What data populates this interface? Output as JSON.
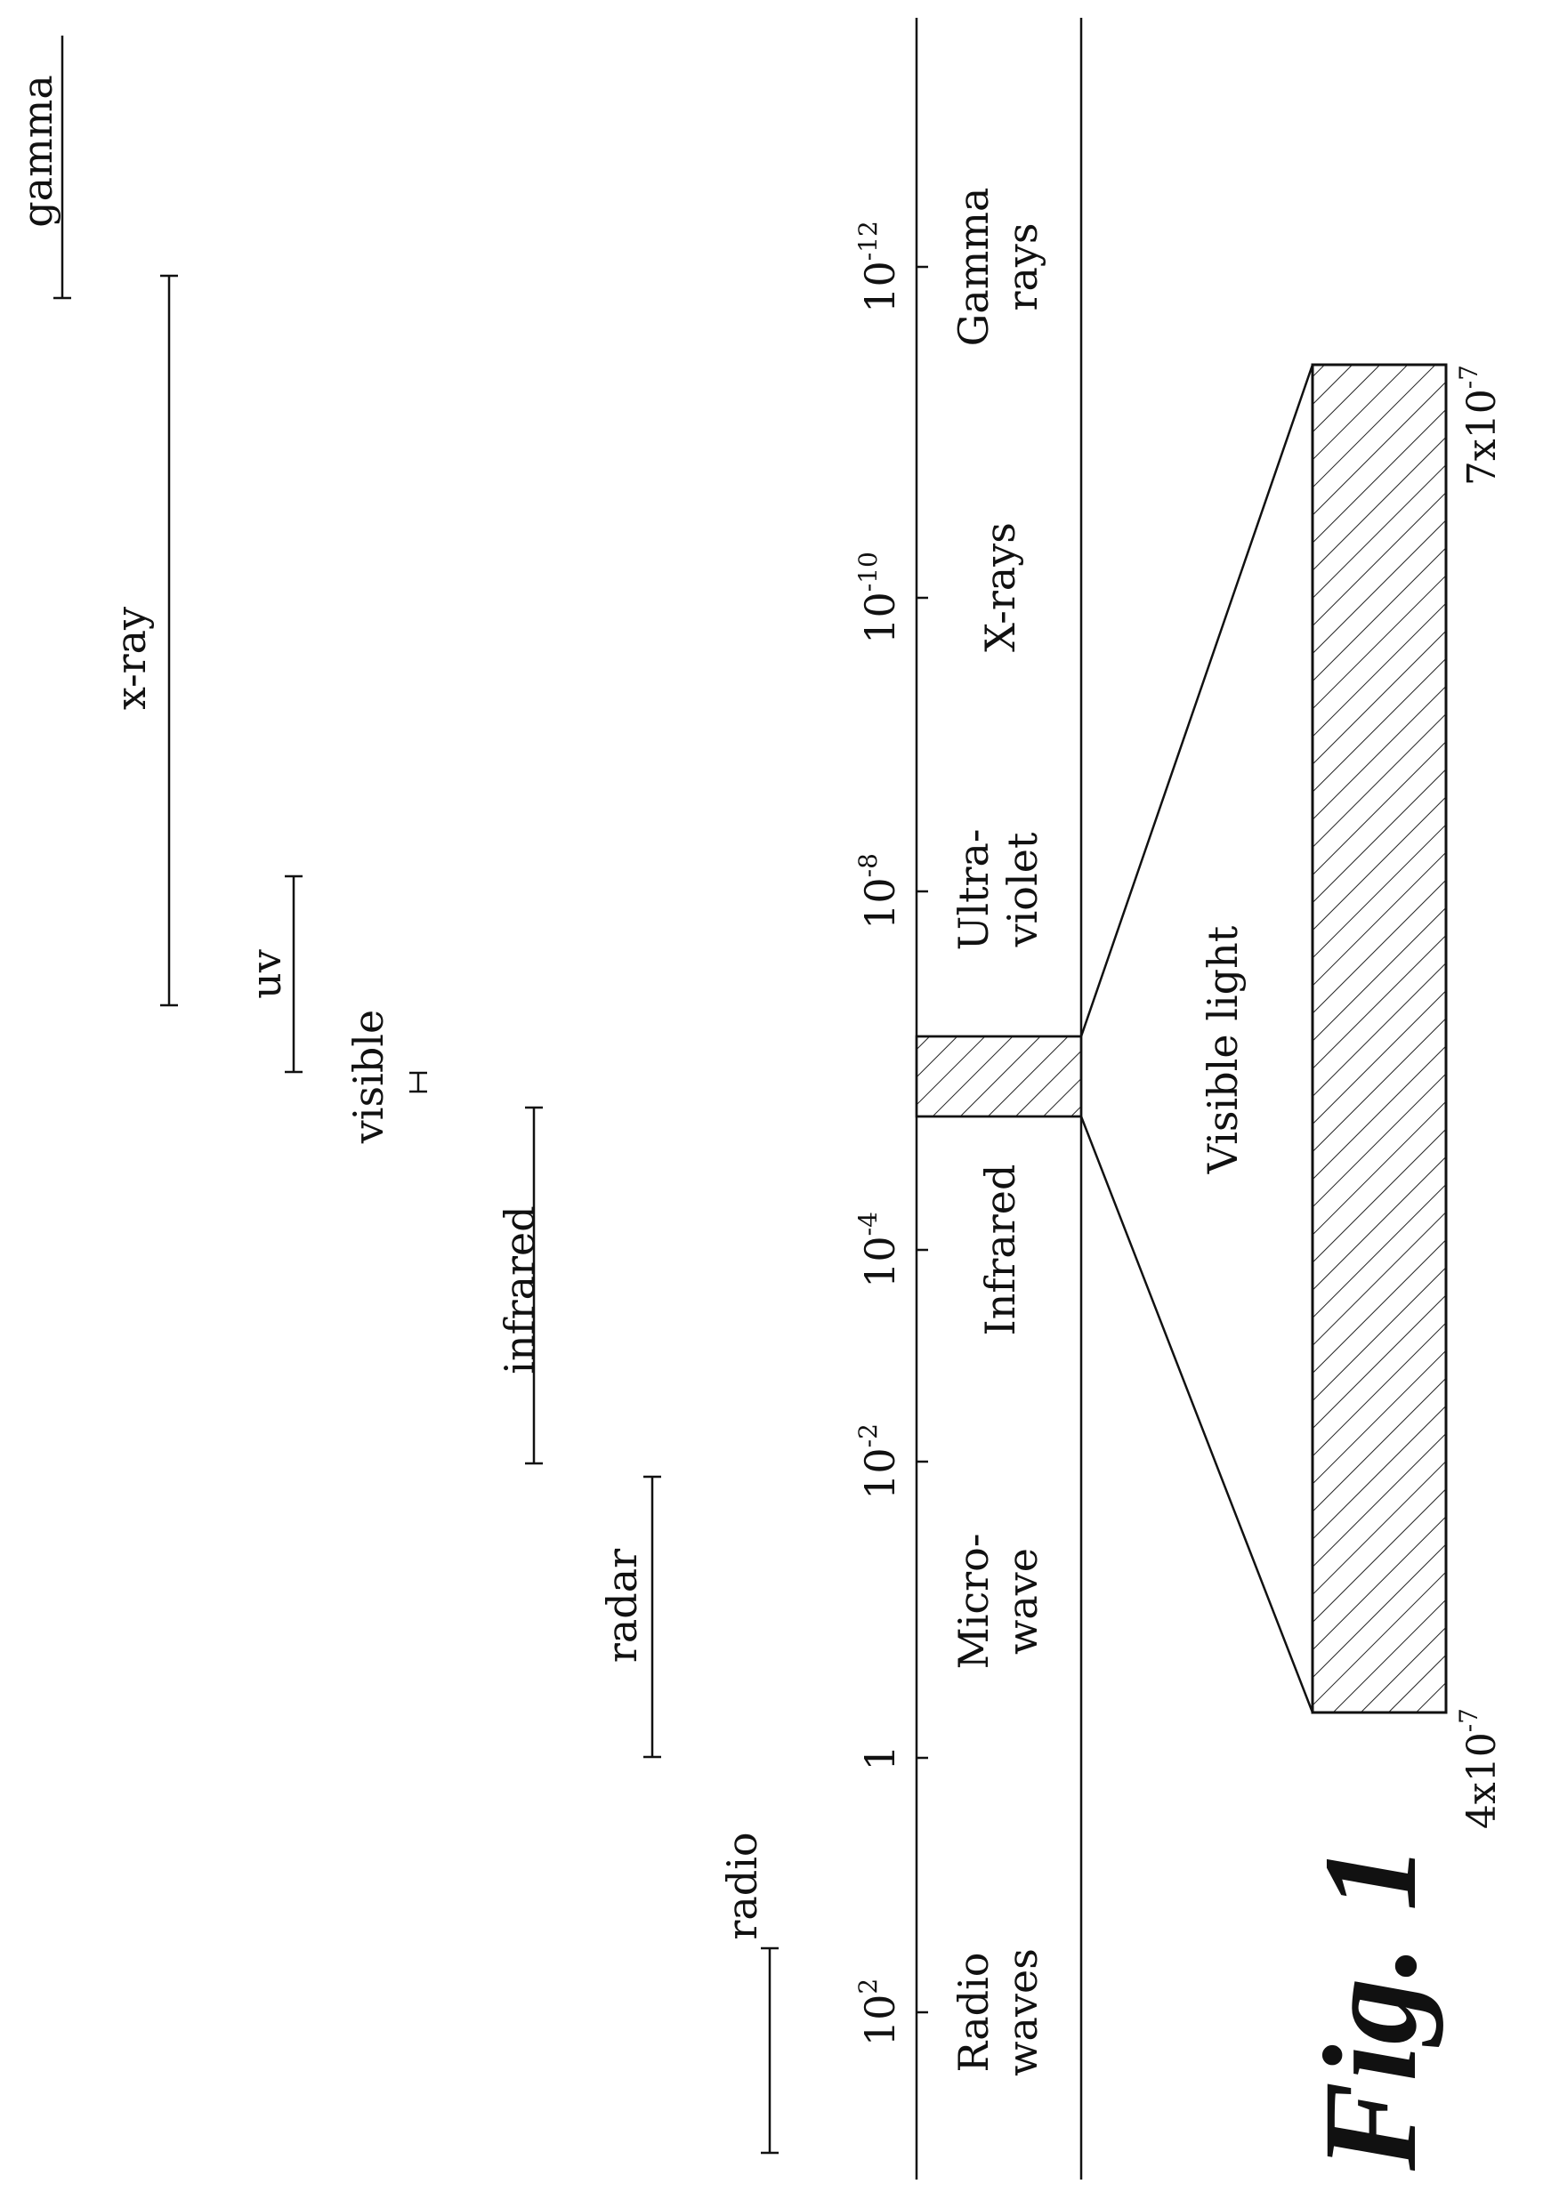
{
  "figure_label": "Fig. 1",
  "scale_ticks": [
    {
      "base": "10",
      "exp": "2"
    },
    {
      "base": "1",
      "exp": ""
    },
    {
      "base": "10",
      "exp": "-2"
    },
    {
      "base": "10",
      "exp": "-4"
    },
    {
      "base": "10",
      "exp": "-8"
    },
    {
      "base": "10",
      "exp": "-10"
    },
    {
      "base": "10",
      "exp": "-12"
    }
  ],
  "regions": [
    {
      "line1": "Radio",
      "line2": "waves"
    },
    {
      "line1": "Micro-",
      "line2": "wave"
    },
    {
      "line1": "Infrared",
      "line2": ""
    },
    {
      "line1": "Ultra-",
      "line2": "violet"
    },
    {
      "line1": "X-rays",
      "line2": ""
    },
    {
      "line1": "Gamma",
      "line2": "rays"
    }
  ],
  "ranges": [
    {
      "label": "radio"
    },
    {
      "label": "radar"
    },
    {
      "label": "infrared"
    },
    {
      "label": "visible"
    },
    {
      "label": "uv"
    },
    {
      "label": "x-ray"
    },
    {
      "label": "gamma"
    }
  ],
  "visible_light": {
    "label": "Visible light",
    "start": {
      "base": "4x10",
      "exp": "-7"
    },
    "end": {
      "base": "7x10",
      "exp": "-7"
    }
  }
}
